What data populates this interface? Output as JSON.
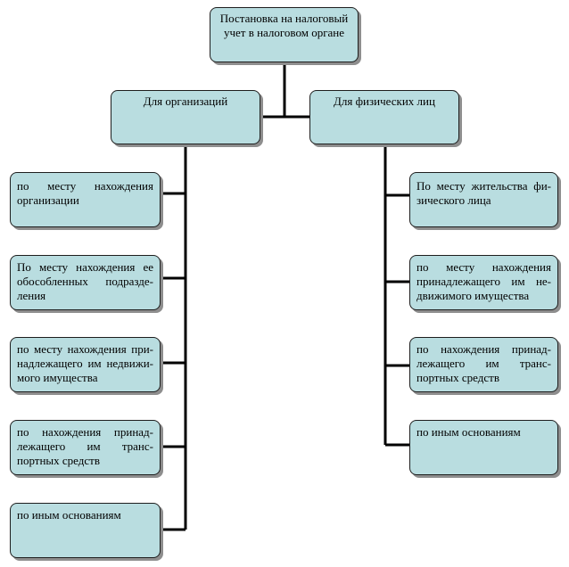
{
  "diagram": {
    "root": {
      "label": "Постановка на налоговый учет в налоговом органе"
    },
    "branches": [
      {
        "label": "Для организаций",
        "items": [
          "по месту нахождения организации",
          "По месту нахождения ее обособленных подразде-ления",
          "по месту нахождения при-надлежащего им недвижи-мого имущества",
          "по нахождения принад-лежащего им транс-портных средств",
          "по иным основаниям"
        ]
      },
      {
        "label": "Для физических лиц",
        "items": [
          "По месту жительства фи-зического лица",
          "по месту нахождения принадлежащего им не-движимого имущества",
          "по нахождения принад-лежащего им транс-портных средств",
          "по иным основаниям"
        ]
      }
    ],
    "colors": {
      "box_fill": "#b9dde0",
      "line": "#000000",
      "shadow": "#8e8e8e"
    }
  }
}
